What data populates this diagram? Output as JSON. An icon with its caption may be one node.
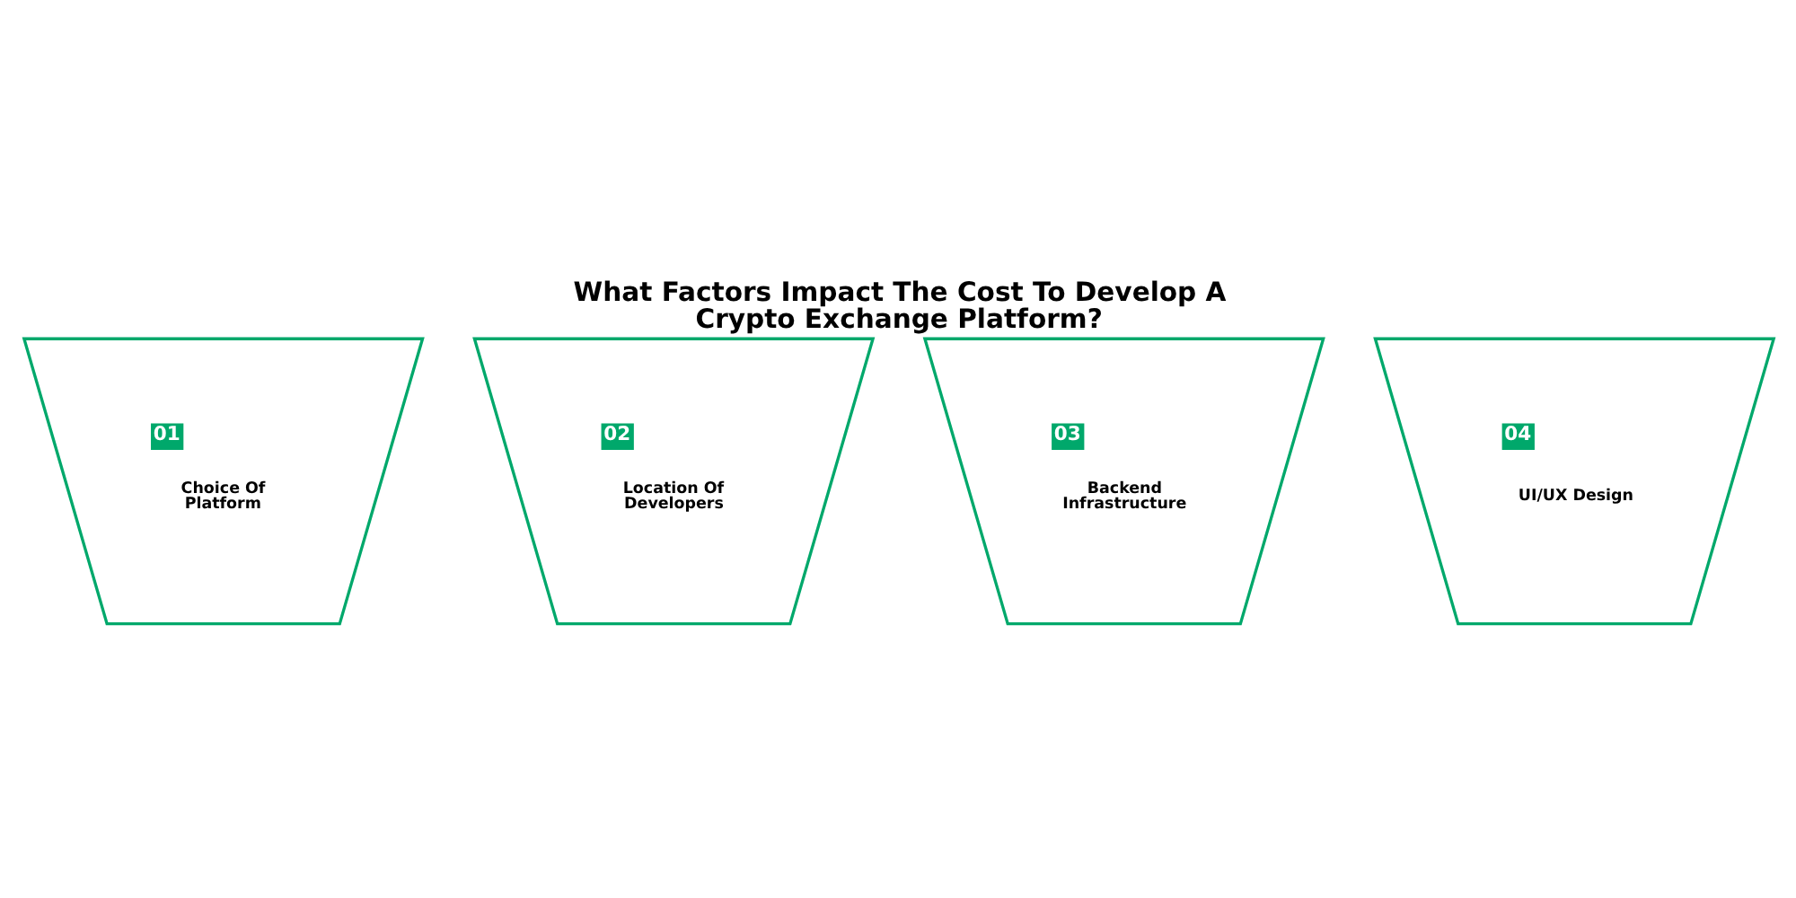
{
  "diagram": {
    "title": "What Factors Impact The Cost To Develop A Crypto Exchange Platform?",
    "nodes": [
      {
        "text": [
          "01",
          "Choice Of Platform"
        ]
      },
      {
        "text": [
          "02",
          "Location Of Developers"
        ]
      },
      {
        "text": [
          "03",
          "Backend Infrastructure"
        ]
      },
      {
        "text": [
          "04",
          "UI/UX Design"
        ]
      }
    ],
    "edges": []
  }
}
